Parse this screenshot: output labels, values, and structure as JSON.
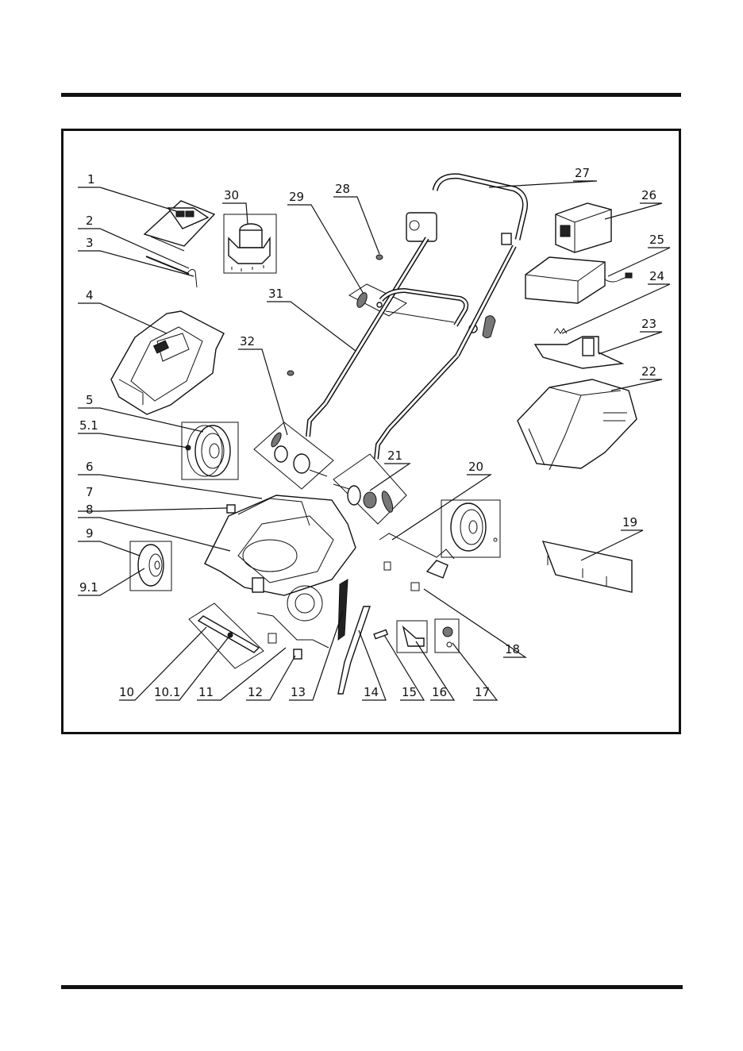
{
  "labels": {
    "l1": "1",
    "l2": "2",
    "l3": "3",
    "l4": "4",
    "l5": "5",
    "l5_1": "5.1",
    "l6": "6",
    "l7": "7",
    "l8": "8",
    "l9": "9",
    "l9_1": "9.1",
    "l10": "10",
    "l10_1": "10.1",
    "l11": "11",
    "l12": "12",
    "l13": "13",
    "l14": "14",
    "l15": "15",
    "l16": "16",
    "l17": "17",
    "l18": "18",
    "l19": "19",
    "l20": "20",
    "l21": "21",
    "l22": "22",
    "l23": "23",
    "l24": "24",
    "l25": "25",
    "l26": "26",
    "l27": "27",
    "l28": "28",
    "l29": "29",
    "l30": "30",
    "l31": "31",
    "l32": "32"
  }
}
